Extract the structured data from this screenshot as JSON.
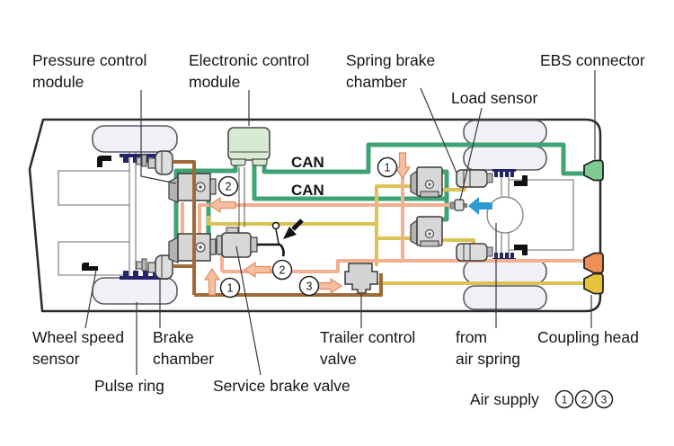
{
  "diagram": {
    "title_context": "EBS truck braking system schematic (top view)",
    "labels": {
      "pressure_control_line1": "Pressure control",
      "pressure_control_line2": "module",
      "electronic_control_line1": "Electronic control",
      "electronic_control_line2": "module",
      "spring_brake_line1": "Spring brake",
      "spring_brake_line2": "chamber",
      "load_sensor": "Load sensor",
      "ebs_connector": "EBS connector",
      "wheel_speed_line1": "Wheel speed",
      "wheel_speed_line2": "sensor",
      "brake_chamber_line1": "Brake",
      "brake_chamber_line2": "chamber",
      "pulse_ring": "Pulse ring",
      "service_brake_valve": "Service brake valve",
      "trailer_control_line1": "Trailer control",
      "trailer_control_line2": "valve",
      "from_air_spring_line1": "from",
      "from_air_spring_line2": "air spring",
      "coupling_head": "Coupling head",
      "air_supply": "Air supply"
    },
    "can_labels": [
      "CAN",
      "CAN"
    ],
    "flow_markers": {
      "n1": "1",
      "n2": "2",
      "n3": "3"
    },
    "air_supply_numbers": [
      "1",
      "2",
      "3"
    ],
    "colors": {
      "can_green": "#3fa374",
      "ecm_fill": "#d7ebd3",
      "connector_green": "#7fca90",
      "hose_salmon": "#f3b091",
      "arrow_salmon": "#f6bfa0",
      "hose_brown": "#a06a38",
      "hose_yellow": "#dcc253",
      "coupling_orange": "#ef8e55",
      "coupling_yellow": "#e7c23b",
      "flow_arrow_blue": "#2d9ad4",
      "pulse_ring_navy": "#24246a",
      "component_gray": "#d6d6d6"
    }
  }
}
